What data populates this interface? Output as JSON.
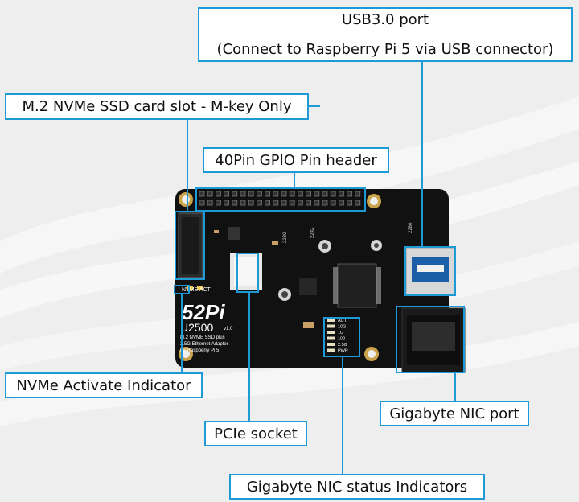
{
  "labels": {
    "usb_port": "USB3.0 port",
    "usb_port_note": "(Connect to Raspberry Pi 5 via USB connector)",
    "ssd_slot": "M.2 NVMe SSD card slot - M-key Only",
    "gpio_header": "40Pin GPIO Pin header",
    "nvme_indicator": "NVMe Activate Indicator",
    "pcie_socket": "PCIe socket",
    "nic_port": "Gigabyte NIC port",
    "nic_status": "Gigabyte NIC status Indicators"
  },
  "board": {
    "logo": "52Pi",
    "model": "U2500",
    "version": "v1.0",
    "desc_line1": "M.2 NVME SSD plus",
    "desc_line2": "2.5G Ethernet Adapter",
    "desc_line3": "for Raspberry Pi 5",
    "nvme_act": "NVME ACT",
    "ssd_sizes": [
      "2280",
      "2242",
      "2230"
    ],
    "nic_leds": [
      "ACT",
      "10G",
      "1G",
      "100",
      "2.5G",
      "PWR"
    ]
  },
  "colors": {
    "accent": "#1e9bd7",
    "board": "#111111",
    "hole_ring": "#c9a24a",
    "background": "#ececec"
  }
}
